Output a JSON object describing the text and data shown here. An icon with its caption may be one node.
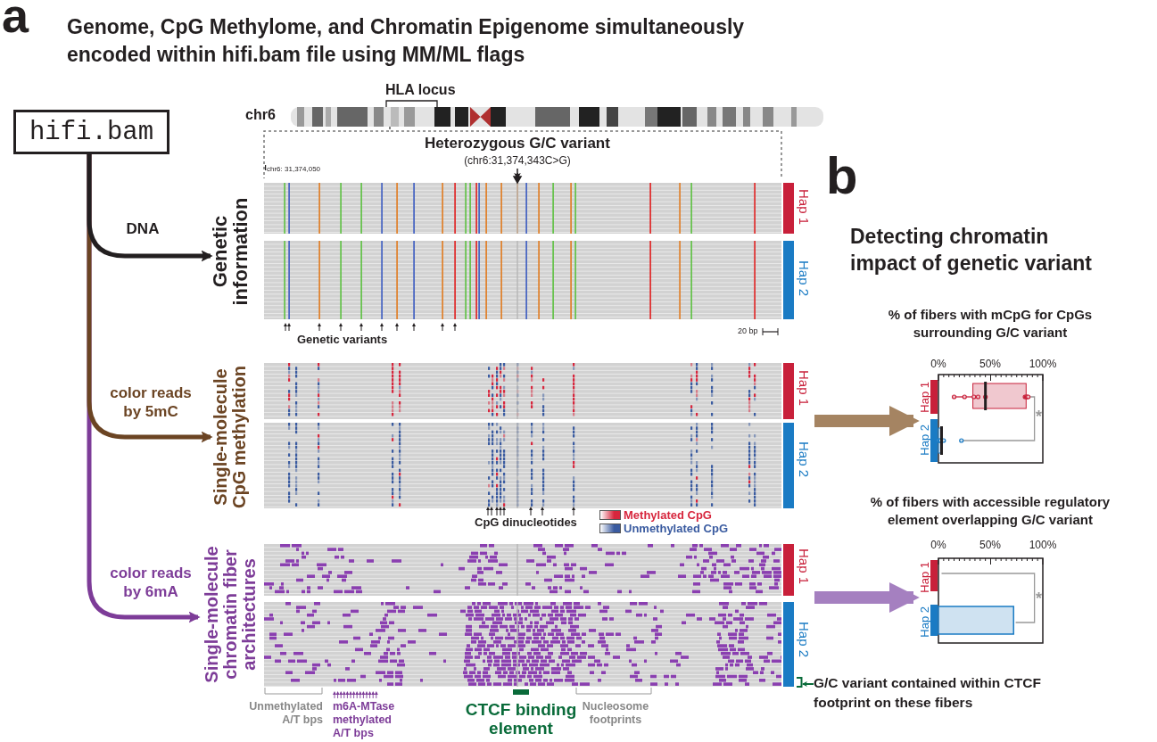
{
  "diagram": {
    "title": "Genome, CpG Methylome, and Chromatin Epigenome simultaneously encoded within hifi.bam file using MM/ML flags",
    "nodes": [
      {
        "text": [
          "hifi.bam"
        ]
      },
      {
        "text": [],
        "shape": "bar",
        "beside": [
          "chr6",
          "HLA locus"
        ]
      },
      {
        "text": [
          "Heterozygous G/C variant",
          "(chr6:31,374,343C>G)"
        ]
      },
      {
        "text": [
          "Genetic information"
        ]
      },
      {
        "text": [
          "Single-molecule CpG methylation"
        ]
      },
      {
        "text": [
          "Single-molecule chromatin fiber architectures"
        ]
      },
      {
        "text": [],
        "shape": "bracket"
      },
      {
        "text": [
          "% of fibers with mCpG for CpGs surrounding G/C variant"
        ]
      },
      {
        "text": [
          "% of fibers with accessible regulatory element overlapping G/C variant"
        ]
      },
      {
        "text": [
          "G/C variant contained within CTCF footprint on these fibers"
        ]
      }
    ],
    "edges": [
      {
        "from": 1,
        "to": 3,
        "arrow": "none",
        "style": "dashed",
        "color": "#777777"
      },
      {
        "from": 1,
        "to": 3,
        "arrow": "none",
        "style": "dashed",
        "color": "#777777"
      },
      {
        "from": 2,
        "to": 3,
        "arrow": "to"
      },
      {
        "from": 0,
        "to": 3,
        "arrow": "to",
        "label": "DNA"
      },
      {
        "from": 0,
        "to": 4,
        "arrow": "to",
        "label": "color reads by 5mC",
        "color": "#6b4423"
      },
      {
        "from": 0,
        "to": 5,
        "arrow": "to",
        "label": "color reads by 6mA",
        "color": "#7d3c98"
      },
      {
        "from": 4,
        "to": 7,
        "arrow": "to",
        "style": "thick",
        "color": "#a58462"
      },
      {
        "from": 5,
        "to": 8,
        "arrow": "to",
        "style": "thick",
        "color": "#a580c0"
      },
      {
        "from": 9,
        "to": 6,
        "arrow": "to",
        "color": "#0a6b3a"
      }
    ],
    "labels": [
      "a",
      "chr6: 31,374,050",
      "Hap 1",
      "Hap 2",
      "Genetic variants",
      "20 bp",
      "b",
      "Detecting chromatin impact of genetic variant",
      "Hap 1",
      "Hap 2",
      "CpG dinucleotides",
      "0%",
      "50%",
      "100%",
      "Hap 1",
      "Hap 2",
      "*",
      "Hap 1",
      "Hap 2",
      "0%",
      "50%",
      "100%",
      "Hap 1",
      "Hap 2",
      "*",
      "Unmethylated A/T bps",
      "m6A-MTase methylated A/T bps",
      "CTCF binding element",
      "Nucleosome footprints"
    ],
    "legend": [
      {
        "text": "Methylated CpG",
        "color": "#d7263d"
      },
      {
        "text": "Unmethylated CpG",
        "color": "#3a5ba0"
      }
    ]
  }
}
